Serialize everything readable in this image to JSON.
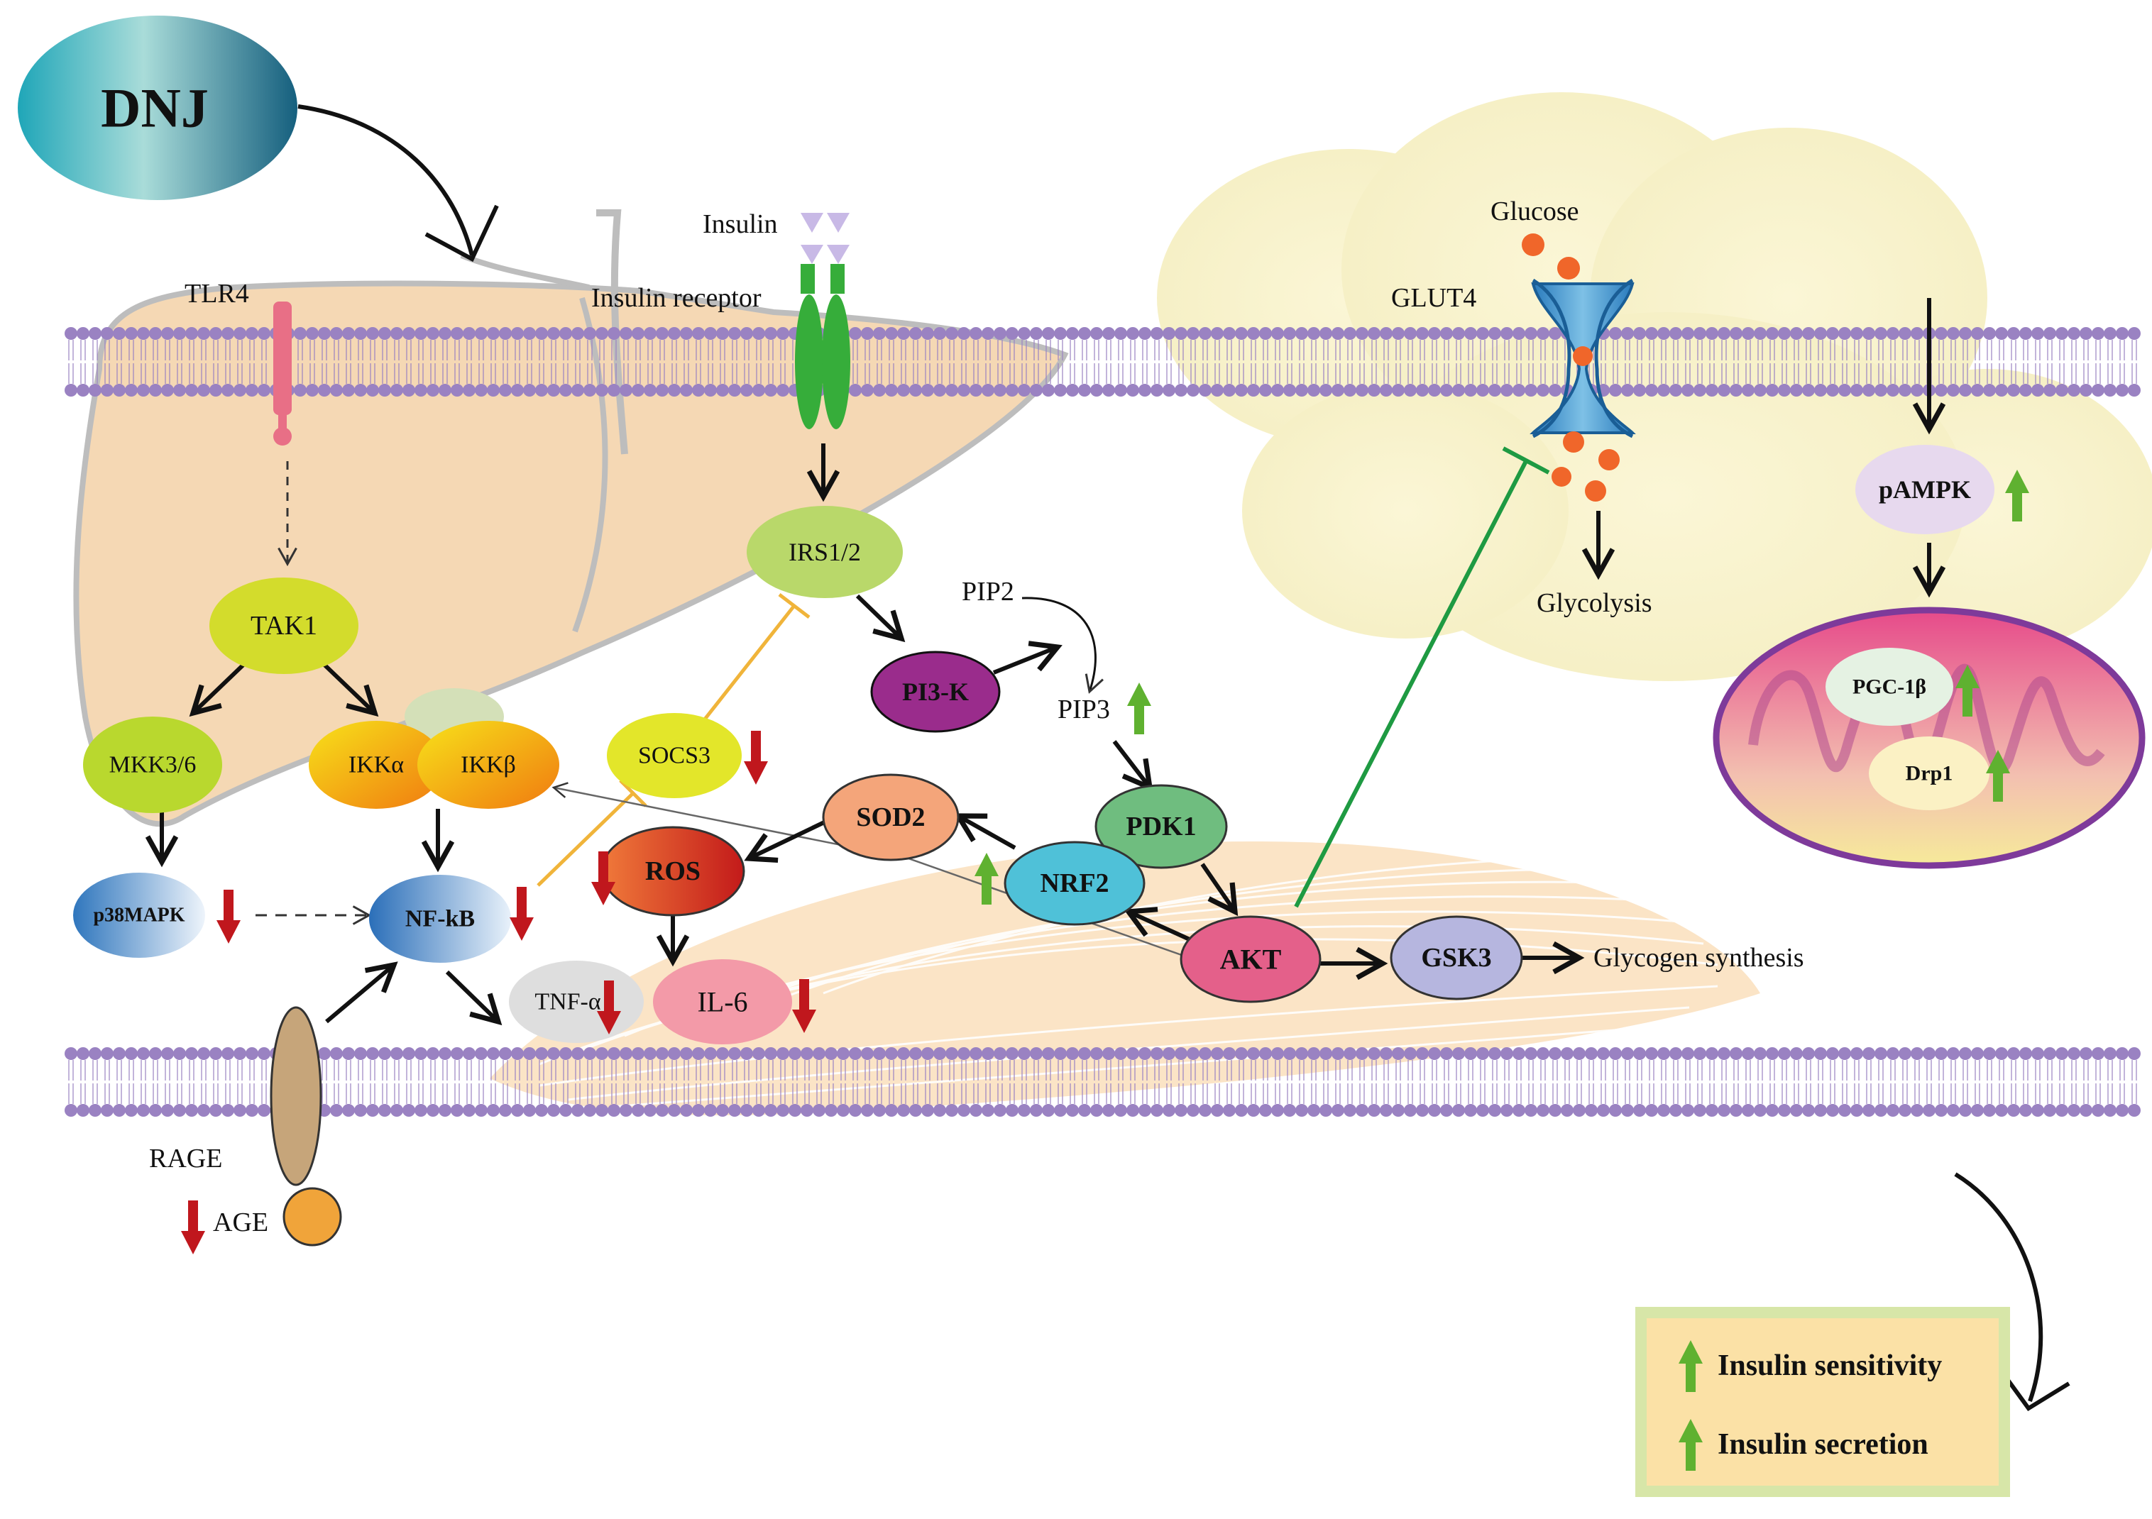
{
  "colors": {
    "up_arrow": "#5fb130",
    "down_arrow": "#c0171d",
    "membrane": "#9a82c2",
    "inhibit_orange": "#f0b43a",
    "inhibit_green": "#1e9a42"
  },
  "labels": {
    "dnj": "DNJ",
    "tlr4": "TLR4",
    "insulin": "Insulin",
    "insulin_receptor": "Insulin receptor",
    "glucose": "Glucose",
    "glut4": "GLUT4",
    "glycolysis": "Glycolysis",
    "rage": "RAGE",
    "age": "AGE",
    "pip2": "PIP2",
    "pip3": "PIP3",
    "glycogen_synthesis": "Glycogen synthesis"
  },
  "nodes": {
    "tak1": "TAK1",
    "mkk36": "MKK3/6",
    "ikka": "IKKα",
    "ikkb": "IKKβ",
    "p38mapk": "p38MAPK",
    "nfkb": "NF-kB",
    "irs12": "IRS1/2",
    "socs3": "SOCS3",
    "pi3k": "PI3-K",
    "sod2": "SOD2",
    "ros": "ROS",
    "pdk1": "PDK1",
    "nrf2": "NRF2",
    "akt": "AKT",
    "gsk3": "GSK3",
    "tnfa": "TNF-α",
    "il6": "IL-6",
    "pampk": "pAMPK",
    "pgc1b": "PGC-1β",
    "drp1": "Drp1"
  },
  "legend": {
    "items": [
      {
        "label": "Insulin sensitivity",
        "direction": "up"
      },
      {
        "label": "Insulin secretion",
        "direction": "up"
      }
    ]
  }
}
